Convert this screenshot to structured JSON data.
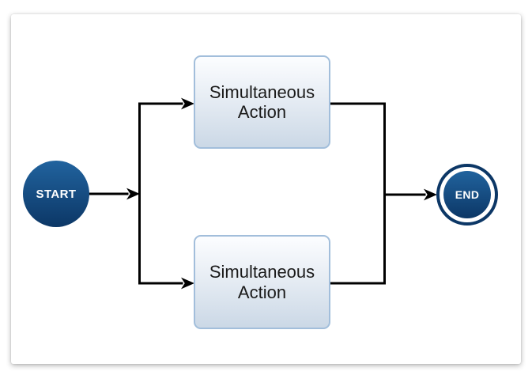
{
  "diagram": {
    "start_node": {
      "label": "START"
    },
    "end_node": {
      "label": "END"
    },
    "action_nodes": [
      {
        "label": "Simultaneous Action"
      },
      {
        "label": "Simultaneous Action"
      }
    ],
    "colors": {
      "node_fill_top": "#21639e",
      "node_fill_bottom": "#0c3766",
      "node_text": "#ffffff",
      "box_border": "#a2bedb",
      "box_fill_top": "#fcfdff",
      "box_fill_bottom": "#cbd8e6",
      "box_text": "#1a1a1a",
      "arrow": "#000000"
    }
  }
}
